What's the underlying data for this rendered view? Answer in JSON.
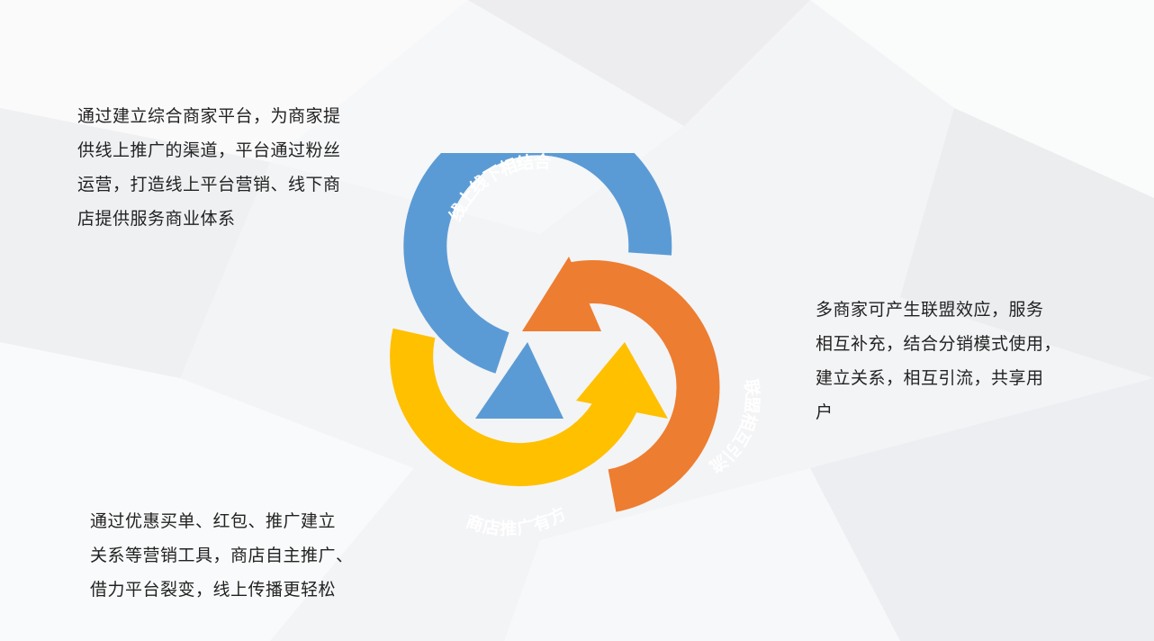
{
  "descriptions": {
    "top_left": [
      "通过建立综合商家平台，为商家提",
      "供线上推广的渠道，平台通过粉丝",
      "运营，打造线上平台营销、线下商",
      "店提供服务商业体系"
    ],
    "right": [
      "多商家可产生联盟效应，服务",
      "相互补充，结合分销模式使用，",
      "建立关系，相互引流，共享用",
      "户"
    ],
    "bottom_left": [
      "通过优惠买单、红包、推广建立",
      "关系等营销工具，商店自主推广、",
      "借力平台裂变，线上传播更轻松"
    ]
  },
  "cycle": {
    "blue": {
      "label": "线上线下相结合",
      "color": "#5b9bd5"
    },
    "orange": {
      "label": "联盟相互引流",
      "color": "#ed7d31"
    },
    "yellow": {
      "label": "商店推广有方",
      "color": "#ffc000"
    }
  },
  "colors": {
    "background": "#f3f4f6",
    "text": "#222222"
  }
}
